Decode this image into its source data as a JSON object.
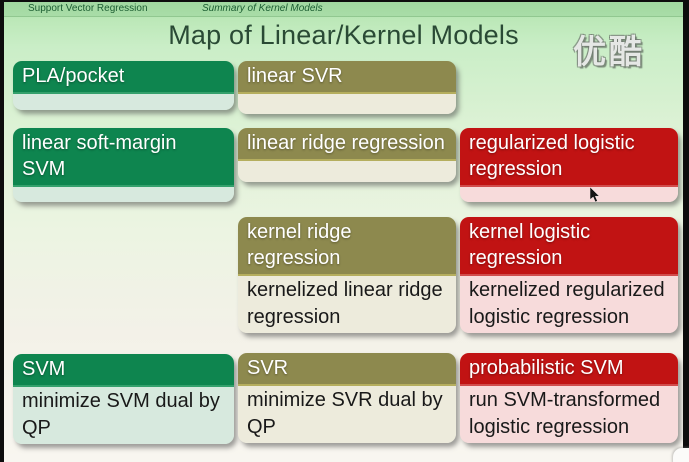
{
  "slide": {
    "breadcrumb_left": "Support Vector Regression",
    "breadcrumb_right": "Summary of Kernel Models",
    "title": "Map of Linear/Kernel Models"
  },
  "watermark": {
    "text": "优酷"
  },
  "colors": {
    "green_header": "#0e854f",
    "green_body": "#d7e9de",
    "olive_header": "#8d894e",
    "olive_body": "#edebdc",
    "red_header": "#c11313",
    "red_body": "#f7dbdb"
  },
  "cells": [
    {
      "header": "PLA/pocket",
      "body": ""
    },
    {
      "header": "linear SVR",
      "body": ""
    },
    {
      "header": "linear soft-margin SVM",
      "body": ""
    },
    {
      "header": "linear ridge regression",
      "body": ""
    },
    {
      "header": "regularized logistic regression",
      "body": ""
    },
    {
      "header": "kernel ridge regression",
      "body": "kernelized linear ridge regression"
    },
    {
      "header": "kernel logistic regression",
      "body": "kernelized regularized logistic regression"
    },
    {
      "header": "SVM",
      "body": "minimize SVM dual by QP"
    },
    {
      "header": "SVR",
      "body": "minimize SVR dual by QP"
    },
    {
      "header": "probabilistic SVM",
      "body": "run SVM-transformed logistic regression"
    }
  ]
}
